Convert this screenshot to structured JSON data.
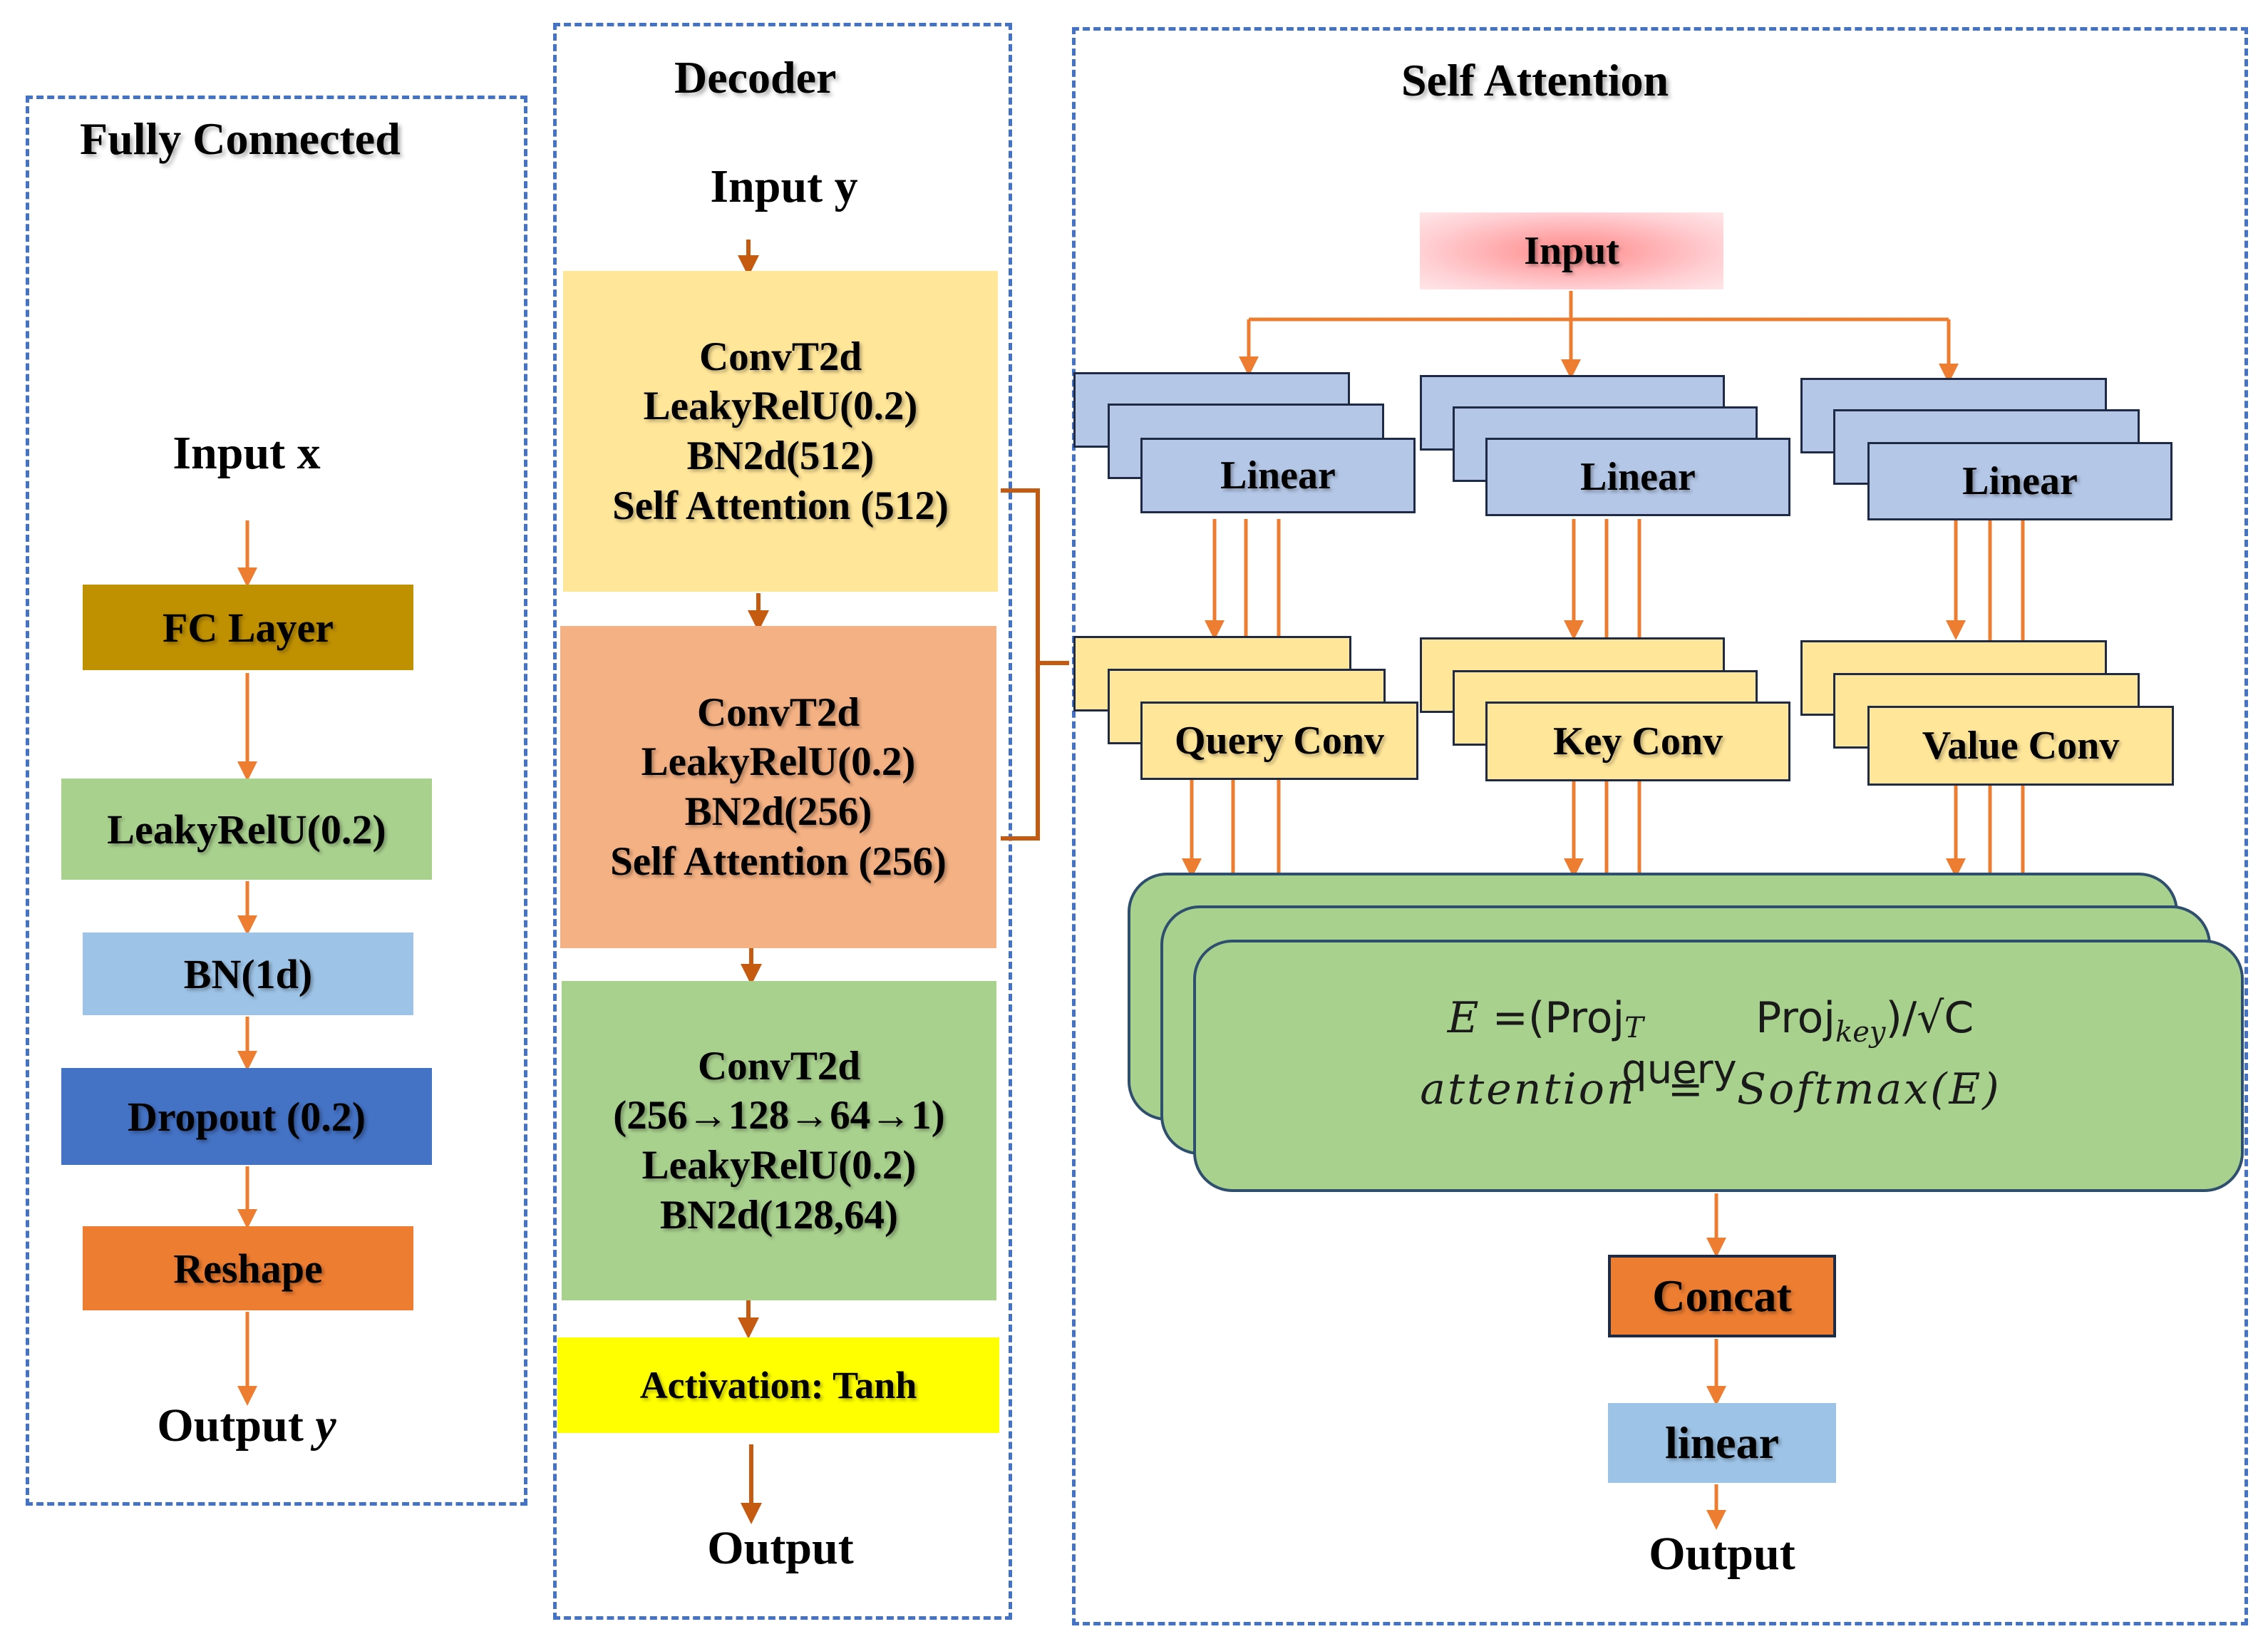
{
  "fc": {
    "title": "Fully Connected",
    "input": "Input x",
    "fc_layer": "FC Layer",
    "leaky": "LeakyRelU(0.2)",
    "bn": "BN(1d)",
    "dropout": "Dropout (0.2)",
    "reshape": "Reshape",
    "output_prefix": "Output ",
    "output_var": "y"
  },
  "decoder": {
    "title": "Decoder",
    "input": "Input y",
    "block1": [
      "ConvT2d",
      "LeakyRelU(0.2)",
      "BN2d(512)",
      "Self Attention  (512)"
    ],
    "block2": [
      "ConvT2d",
      "LeakyRelU(0.2)",
      "BN2d(256)",
      "Self Attention  (256)"
    ],
    "block3": [
      "ConvT2d",
      "(256→128→64→1)",
      "LeakyRelU(0.2)",
      "BN2d(128,64)"
    ],
    "activation": "Activation: Tanh",
    "output": "Output"
  },
  "attention": {
    "title": "Self Attention",
    "input": "Input",
    "linear1": "Linear",
    "linear2": "Linear",
    "linear3": "Linear",
    "query": "Query Conv",
    "key": "Key Conv",
    "value": "Value Conv",
    "formula": {
      "e_lhs": "E",
      "eq": " =(",
      "proj1": "Proj",
      "sup_t": "T",
      "sub_query": "query",
      "proj2": "Proj",
      "sub_key": "key",
      "tail": ")/√C",
      "attn_lhs": "attention",
      "attn_eq": "  =  ",
      "attn_rhs": "Softmax(E)"
    },
    "concat": "Concat",
    "linear_out": "linear",
    "output": "Output"
  },
  "colors": {
    "panel_border": "#4472c4",
    "arrow_orange": "#ed7d31",
    "arrow_brown": "#c55a11",
    "fc_layer": "#bf9000",
    "leaky_green": "#a9d18e",
    "bn_blue": "#9dc3e6",
    "dropout_blue": "#4472c4",
    "reshape_orange": "#ed7d31",
    "dec_block1": "#ffe699",
    "dec_block2": "#f4b183",
    "dec_block3": "#a9d18e",
    "activation_yellow": "#ffff00",
    "linear_blue": "#b4c7e7",
    "conv_yellow": "#ffe699",
    "concat_orange": "#ed7d31",
    "linear_out_blue": "#9dc3e6"
  }
}
